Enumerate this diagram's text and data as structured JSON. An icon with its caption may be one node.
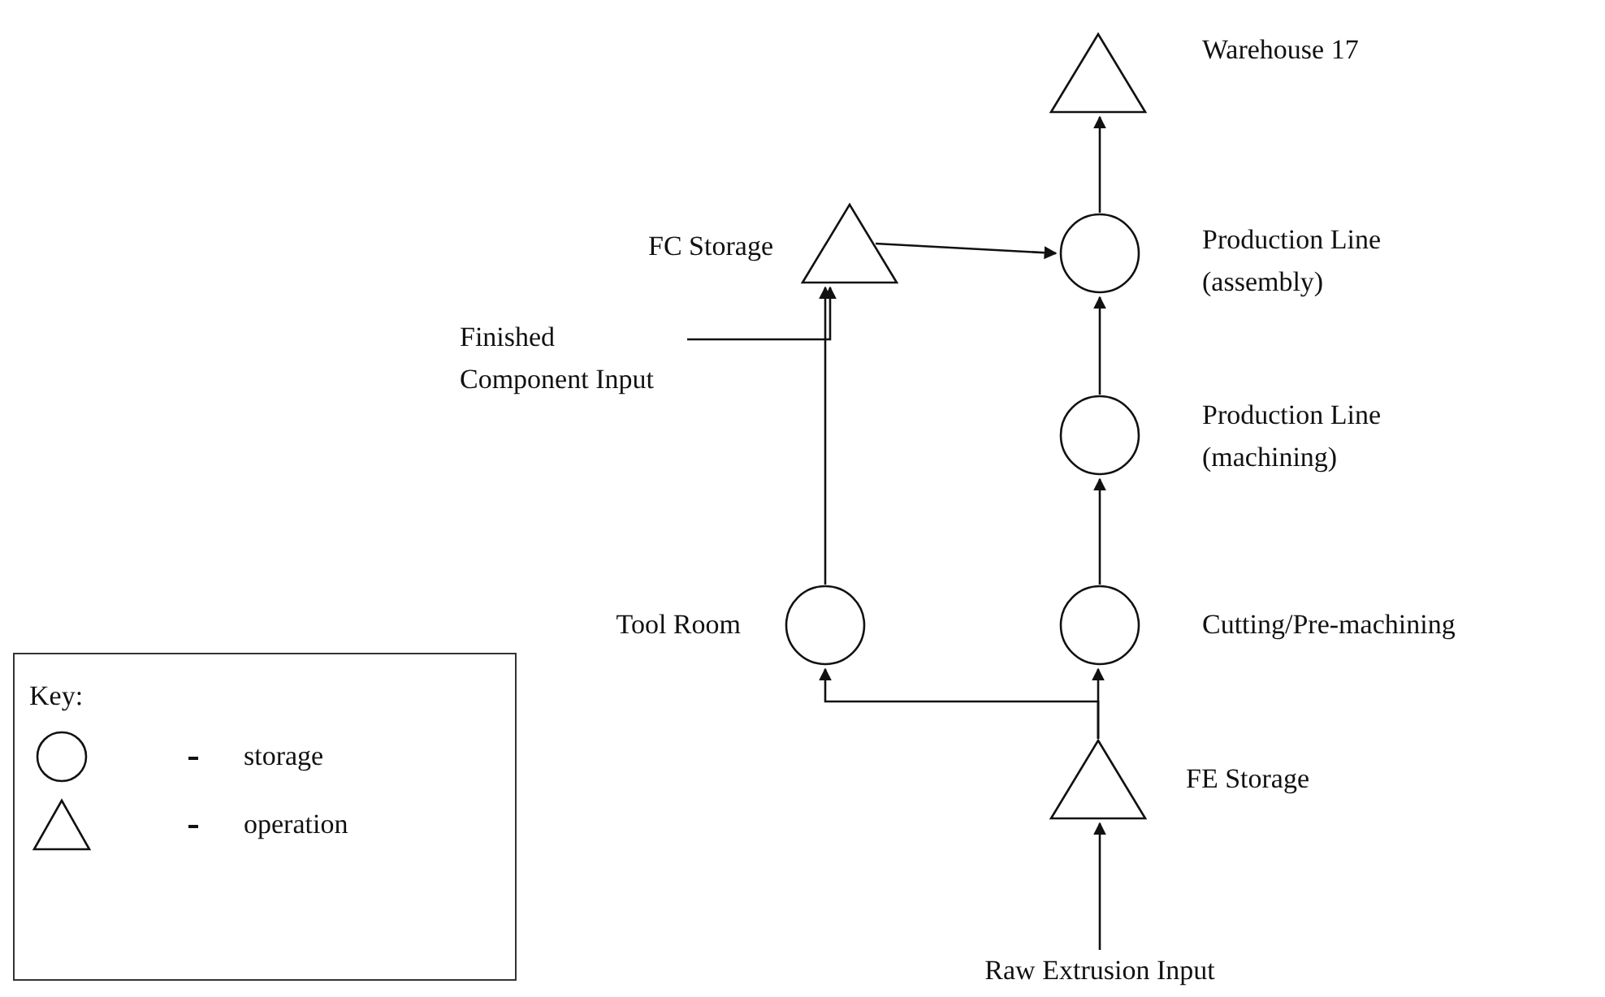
{
  "diagram": {
    "nodes": [
      {
        "text": [],
        "shape": "triangle",
        "beside": [
          "Warehouse 17"
        ]
      },
      {
        "text": [],
        "shape": "triangle",
        "beside": [
          "FC Storage"
        ]
      },
      {
        "text": [],
        "shape": "circle",
        "beside": [
          "Production Line (assembly)"
        ]
      },
      {
        "text": [
          "Finished Component Input"
        ]
      },
      {
        "text": [],
        "shape": "circle",
        "beside": [
          "Production Line (machining)"
        ]
      },
      {
        "text": [],
        "shape": "circle",
        "beside": [
          "Tool Room"
        ]
      },
      {
        "text": [],
        "shape": "circle",
        "beside": [
          "Cutting/Pre-machining"
        ]
      },
      {
        "text": [],
        "shape": "triangle",
        "beside": [
          "FE Storage"
        ]
      },
      {
        "text": [
          "Raw Extrusion Input"
        ]
      }
    ],
    "edges": [
      {
        "from": 8,
        "to": 7,
        "arrow": "to"
      },
      {
        "from": 7,
        "to": 6,
        "arrow": "to"
      },
      {
        "from": 7,
        "to": 5,
        "arrow": "to"
      },
      {
        "from": 6,
        "to": 4,
        "arrow": "to"
      },
      {
        "from": 4,
        "to": 2,
        "arrow": "to"
      },
      {
        "from": 2,
        "to": 0,
        "arrow": "to"
      },
      {
        "from": 1,
        "to": 2,
        "arrow": "to"
      },
      {
        "from": 5,
        "to": 1,
        "arrow": "to"
      },
      {
        "from": 3,
        "to": 1,
        "arrow": "to"
      }
    ],
    "labels": [
      "Key:"
    ],
    "legend": [
      {
        "text": "storage"
      },
      {
        "text": "operation"
      }
    ]
  }
}
